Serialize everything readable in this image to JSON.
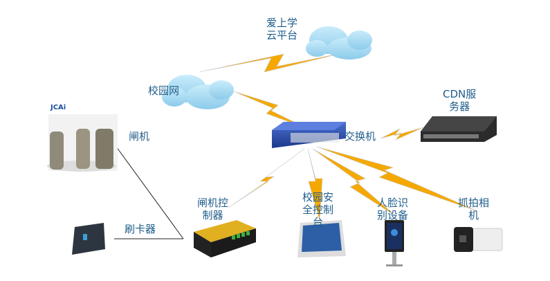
{
  "nodes": {
    "cloud_platform": {
      "label_line1": "爱上学",
      "label_line2": "云平台"
    },
    "campus_network": {
      "label": "校园网"
    },
    "switch": {
      "label": "交换机"
    },
    "cdn_server": {
      "label_line1": "CDN服",
      "label_line2": "务器"
    },
    "turnstile": {
      "label": "闸机",
      "logo_text": "JCAi"
    },
    "card_reader": {
      "label": "刷卡器"
    },
    "gate_controller": {
      "label_line1": "闸机控",
      "label_line2": "制器"
    },
    "security_console": {
      "label_line1": "校园安",
      "label_line2": "全控制",
      "label_line3": "台"
    },
    "face_recognition": {
      "label_line1": "人脸识",
      "label_line2": "别设备"
    },
    "snapshot_camera": {
      "label_line1": "抓拍相",
      "label_line2": "机"
    }
  },
  "colors": {
    "label": "#1f5d8a",
    "bolt": "#f5a800",
    "cloud": "#9fd3ee",
    "switch": "#2a4fa8"
  }
}
